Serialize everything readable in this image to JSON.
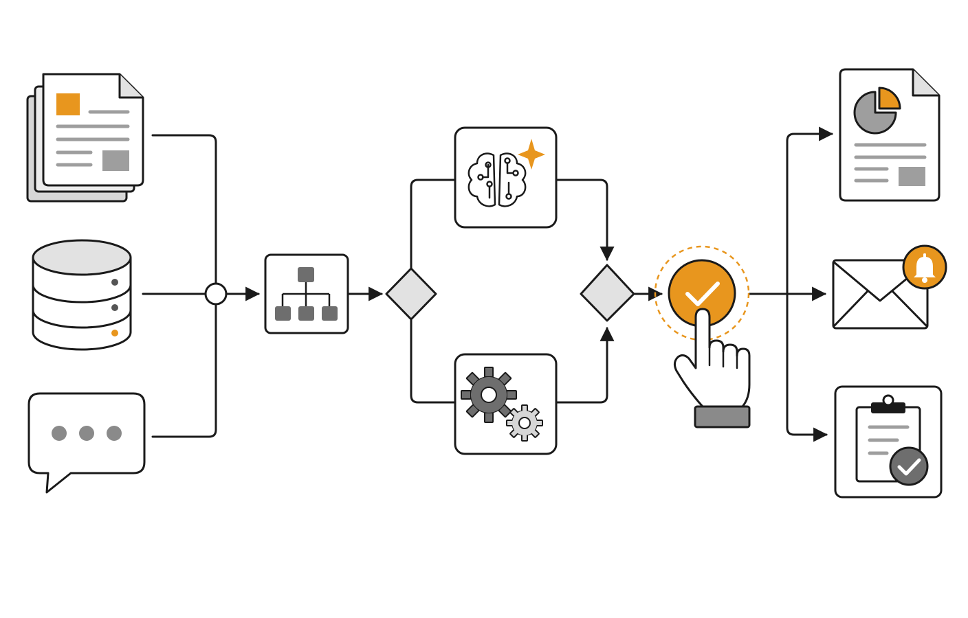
{
  "diagram": {
    "colors": {
      "stroke": "#1a1a1a",
      "accent": "#E8961E",
      "gray_dark": "#6E6E6E",
      "gray_mid": "#9E9E9E",
      "gray_light": "#D6D6D6",
      "gray_fill": "#E2E2E2",
      "shadow": "#CFCFCF",
      "background": "#FFFFFF"
    },
    "inputs": [
      {
        "icon": "document-stack-icon"
      },
      {
        "icon": "database-icon"
      },
      {
        "icon": "chat-bubble-icon"
      }
    ],
    "merge_node": {
      "icon": "junction-circle"
    },
    "organize_step": {
      "icon": "hierarchy-icon"
    },
    "split_gateway": {
      "icon": "decision-diamond"
    },
    "branches": [
      {
        "icon": "ai-brain-sparkle-icon"
      },
      {
        "icon": "gears-icon"
      }
    ],
    "join_gateway": {
      "icon": "decision-diamond"
    },
    "approval": {
      "icon": "hand-tap-check-icon"
    },
    "outputs": [
      {
        "icon": "report-document-icon"
      },
      {
        "icon": "email-notification-icon"
      },
      {
        "icon": "clipboard-check-icon"
      }
    ]
  }
}
